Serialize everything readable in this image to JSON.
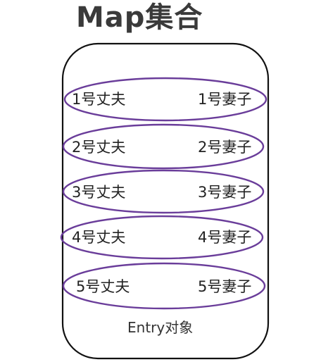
{
  "title": "Map集合",
  "colors": {
    "container_stroke": "#111111",
    "ellipse_stroke": "#6a3d9a",
    "text": "#222222",
    "title": "#3a3a3a"
  },
  "entries": [
    {
      "key": "1号丈夫",
      "value": "1号妻子"
    },
    {
      "key": "2号丈夫",
      "value": "2号妻子"
    },
    {
      "key": "3号丈夫",
      "value": "3号妻子"
    },
    {
      "key": "4号丈夫",
      "value": "4号妻子"
    },
    {
      "key": "5号丈夫",
      "value": "5号妻子"
    }
  ],
  "footer": "Entry对象"
}
